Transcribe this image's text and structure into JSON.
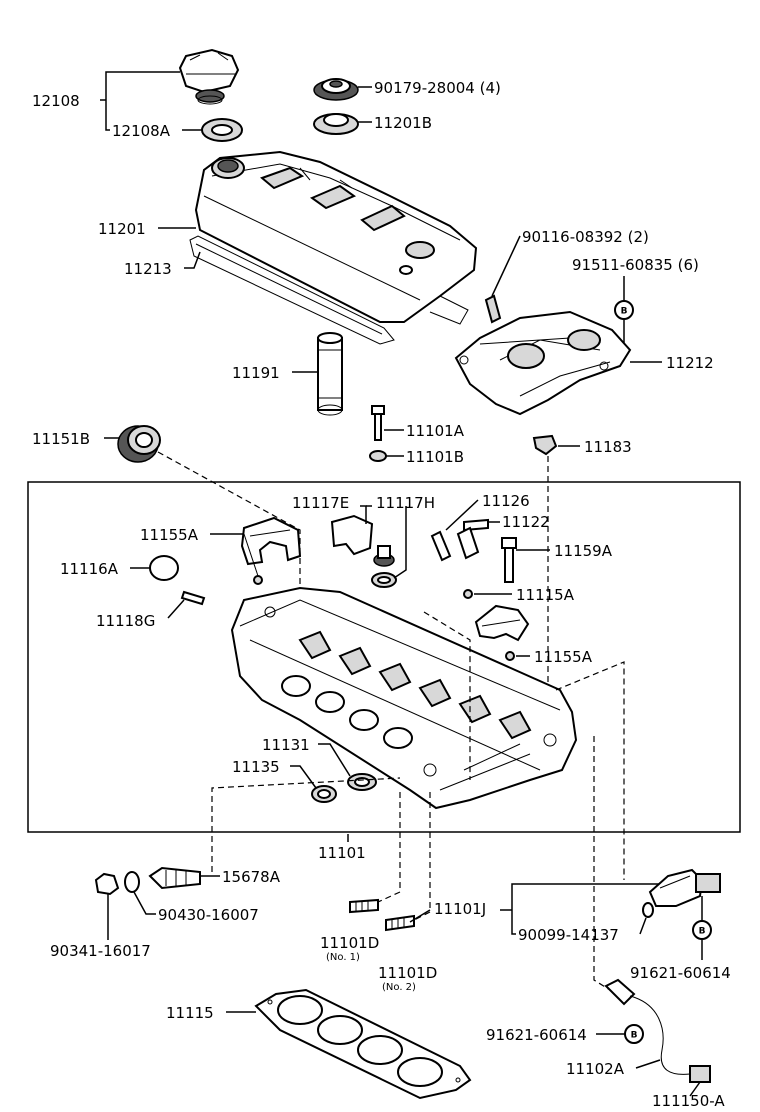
{
  "labels": {
    "p12108": "12108",
    "p12108A": "12108A",
    "p90179": "90179-28004 (4)",
    "p11201B": "11201B",
    "p11201": "11201",
    "p11213": "11213",
    "p90116": "90116-08392 (2)",
    "p91511": "91511-60835 (6)",
    "p11212": "11212",
    "p11191": "11191",
    "p11101A": "11101A",
    "p11101B": "11101B",
    "p11151B": "11151B",
    "p11183": "11183",
    "p11117E": "11117E",
    "p11117H": "11117H",
    "p11126": "11126",
    "p11122": "11122",
    "p11155A_1": "11155A",
    "p11159A": "11159A",
    "p11116A": "11116A",
    "p11115A": "11115A",
    "p11118G": "11118G",
    "p11155A_2": "11155A",
    "p11131": "11131",
    "p11135": "11135",
    "p11101": "11101",
    "p15678A": "15678A",
    "p90430": "90430-16007",
    "p90341": "90341-16017",
    "p11101J": "11101J",
    "p90099": "90099-14137",
    "p11101D_1": "11101D",
    "p11101D_1_note": "(No. 1)",
    "p11101D_2": "11101D",
    "p11101D_2_note": "(No. 2)",
    "p91621_1": "91621-60614",
    "p11115": "11115",
    "p91621_2": "91621-60614",
    "p11102A": "11102A",
    "p111150A": "111150-A",
    "marker_b": "B"
  }
}
